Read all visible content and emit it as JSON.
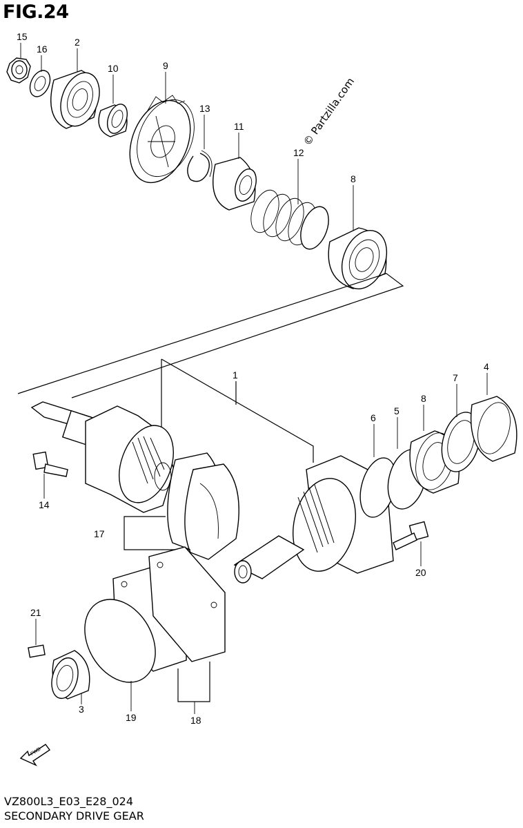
{
  "figure": {
    "title": "FIG.24",
    "model_code": "VZ800L3_E03_E28_024",
    "diagram_name": "SECONDARY DRIVE GEAR",
    "watermark": "© Partzilla.com",
    "fwd_arrow_label": "FWD"
  },
  "callouts": [
    {
      "id": "c15",
      "label": "15"
    },
    {
      "id": "c16",
      "label": "16"
    },
    {
      "id": "c2",
      "label": "2"
    },
    {
      "id": "c10",
      "label": "10"
    },
    {
      "id": "c9",
      "label": "9"
    },
    {
      "id": "c13",
      "label": "13"
    },
    {
      "id": "c11",
      "label": "11"
    },
    {
      "id": "c12",
      "label": "12"
    },
    {
      "id": "c8a",
      "label": "8"
    },
    {
      "id": "c1",
      "label": "1"
    },
    {
      "id": "c7",
      "label": "7"
    },
    {
      "id": "c4",
      "label": "4"
    },
    {
      "id": "c8b",
      "label": "8"
    },
    {
      "id": "c6",
      "label": "6"
    },
    {
      "id": "c5",
      "label": "5"
    },
    {
      "id": "c14",
      "label": "14"
    },
    {
      "id": "c17",
      "label": "17"
    },
    {
      "id": "c20",
      "label": "20"
    },
    {
      "id": "c21",
      "label": "21"
    },
    {
      "id": "c3",
      "label": "3"
    },
    {
      "id": "c19",
      "label": "19"
    },
    {
      "id": "c18",
      "label": "18"
    }
  ]
}
